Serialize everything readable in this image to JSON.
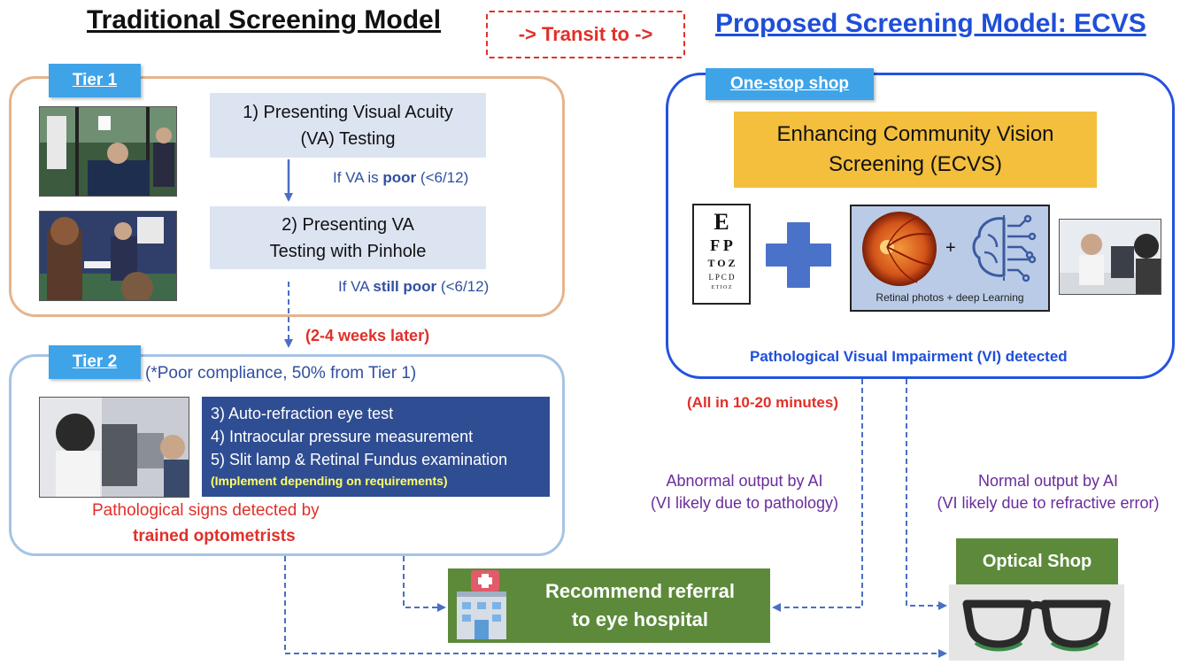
{
  "titles": {
    "traditional": "Traditional Screening Model",
    "transit": "-> Transit to ->",
    "proposed": "Proposed Screening Model: ECVS"
  },
  "tier1": {
    "tab": "Tier 1",
    "step1": "1) Presenting Visual Acuity (VA) Testing",
    "cond1_prefix": "If VA is",
    "cond1_bold": "poor",
    "cond1_suffix": "(<6/12)",
    "step2_line1": "2) Presenting VA",
    "step2_line2": "Testing  with Pinhole",
    "cond2_prefix": "If VA",
    "cond2_bold": "still poor",
    "cond2_suffix": "(<6/12)"
  },
  "delay": "(2-4 weeks later)",
  "tier2": {
    "tab": "Tier 2",
    "compliance": "(*Poor compliance, 50% from Tier 1)",
    "items": [
      "3) Auto-refraction eye test",
      "4) Intraocular pressure measurement",
      "5) Slit lamp & Retinal Fundus examination"
    ],
    "note": "(Implement depending on requirements)",
    "detected_line1": "Pathological signs detected by",
    "detected_line2": "trained optometrists"
  },
  "ecvs": {
    "tab": "One-stop shop",
    "title_line1": "Enhancing Community Vision",
    "title_line2": "Screening (ECVS)",
    "chart_rows": [
      "E",
      "F P",
      "T O Z",
      "L P C D",
      "E T I O Z"
    ],
    "retinal_caption": "Retinal photos + deep Learning",
    "plus": "+",
    "detected": "Pathological Visual Impairment (VI) detected",
    "time": "(All in 10-20 minutes)"
  },
  "outputs": {
    "abnormal_line1": "Abnormal output by AI",
    "abnormal_line2": "(VI likely due to pathology)",
    "normal_line1": "Normal output by AI",
    "normal_line2": "(VI likely due to refractive error)"
  },
  "referral": {
    "line1": "Recommend referral",
    "line2": "to eye hospital"
  },
  "optical_shop": "Optical Shop",
  "colors": {
    "red": "#e0302a",
    "blue_title": "#1f4fd8",
    "arrow": "#4a6fc4",
    "green": "#5c8a3a",
    "yellow": "#f3bf3d",
    "tab_blue": "#3fa3e8",
    "purple": "#6a2c9c"
  },
  "icons": [
    "hospital-icon",
    "glasses-icon",
    "medical-cross-icon",
    "brain-circuit-icon",
    "eye-chart-icon"
  ]
}
